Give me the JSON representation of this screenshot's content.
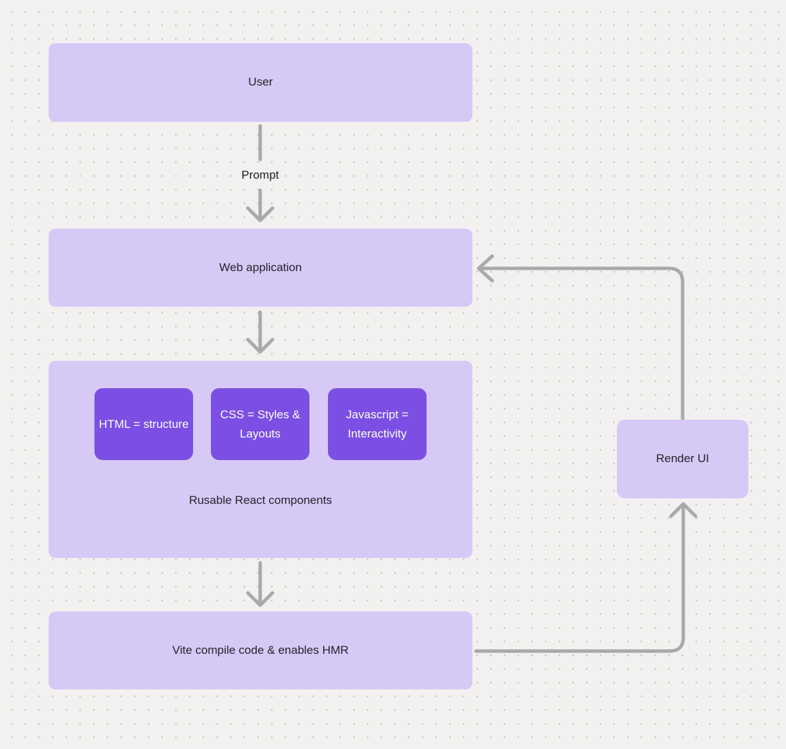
{
  "diagram": {
    "kind": "flowchart",
    "nodes": {
      "user": {
        "label": "User"
      },
      "web_application": {
        "label": "Web application"
      },
      "components_group": {
        "label": "Rusable React components",
        "children": [
          {
            "label": "HTML = structure"
          },
          {
            "label": "CSS = Styles & Layouts"
          },
          {
            "label": "Javascript = Interactivity"
          }
        ]
      },
      "vite": {
        "label": "Vite compile code & enables HMR"
      },
      "render_ui": {
        "label": "Render UI"
      }
    },
    "edges": {
      "user_to_webapp_label": "Prompt",
      "flow": [
        "User -> Web application (Prompt)",
        "Web application -> Rusable React components",
        "Rusable React components -> Vite compile code & enables HMR",
        "Vite compile code & enables HMR -> Render UI",
        "Render UI -> Web application"
      ]
    }
  },
  "colors": {
    "background": "#f2f1ef",
    "dot_grid": "#c9c7c4",
    "node_light_purple": "#d7c9f6",
    "node_dark_purple": "#7b4fe3",
    "text_dark": "#232329",
    "text_light": "#ffffff",
    "connector_gray": "#a9a9a9"
  }
}
